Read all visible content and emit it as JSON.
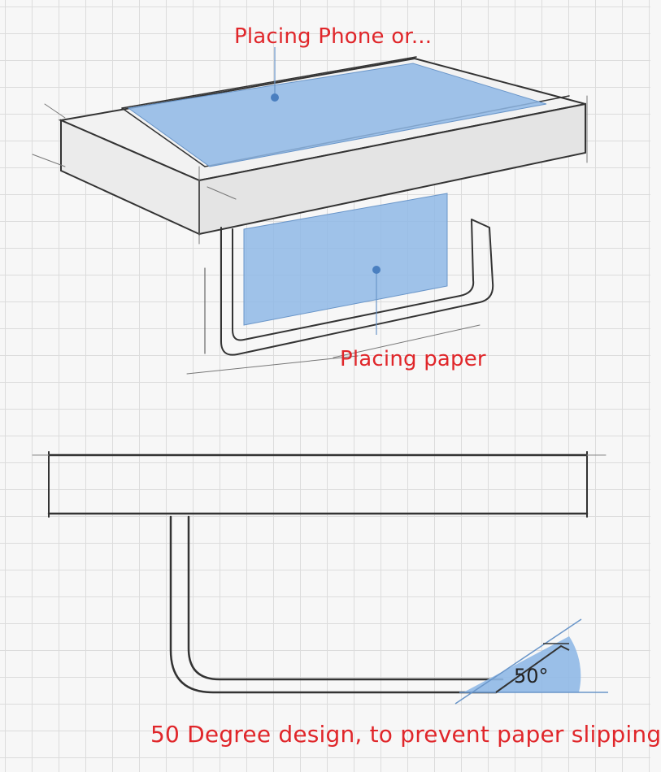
{
  "labels": {
    "phone": "Placing Phone or...",
    "paper": "Placing paper",
    "angle": "50°",
    "caption": "50 Degree design, to prevent paper slipping"
  },
  "colors": {
    "label_red": "#e0262a",
    "highlight_blue": "#8fb8e6",
    "sketch_line": "#333333",
    "grid": "#dcdcdc"
  }
}
